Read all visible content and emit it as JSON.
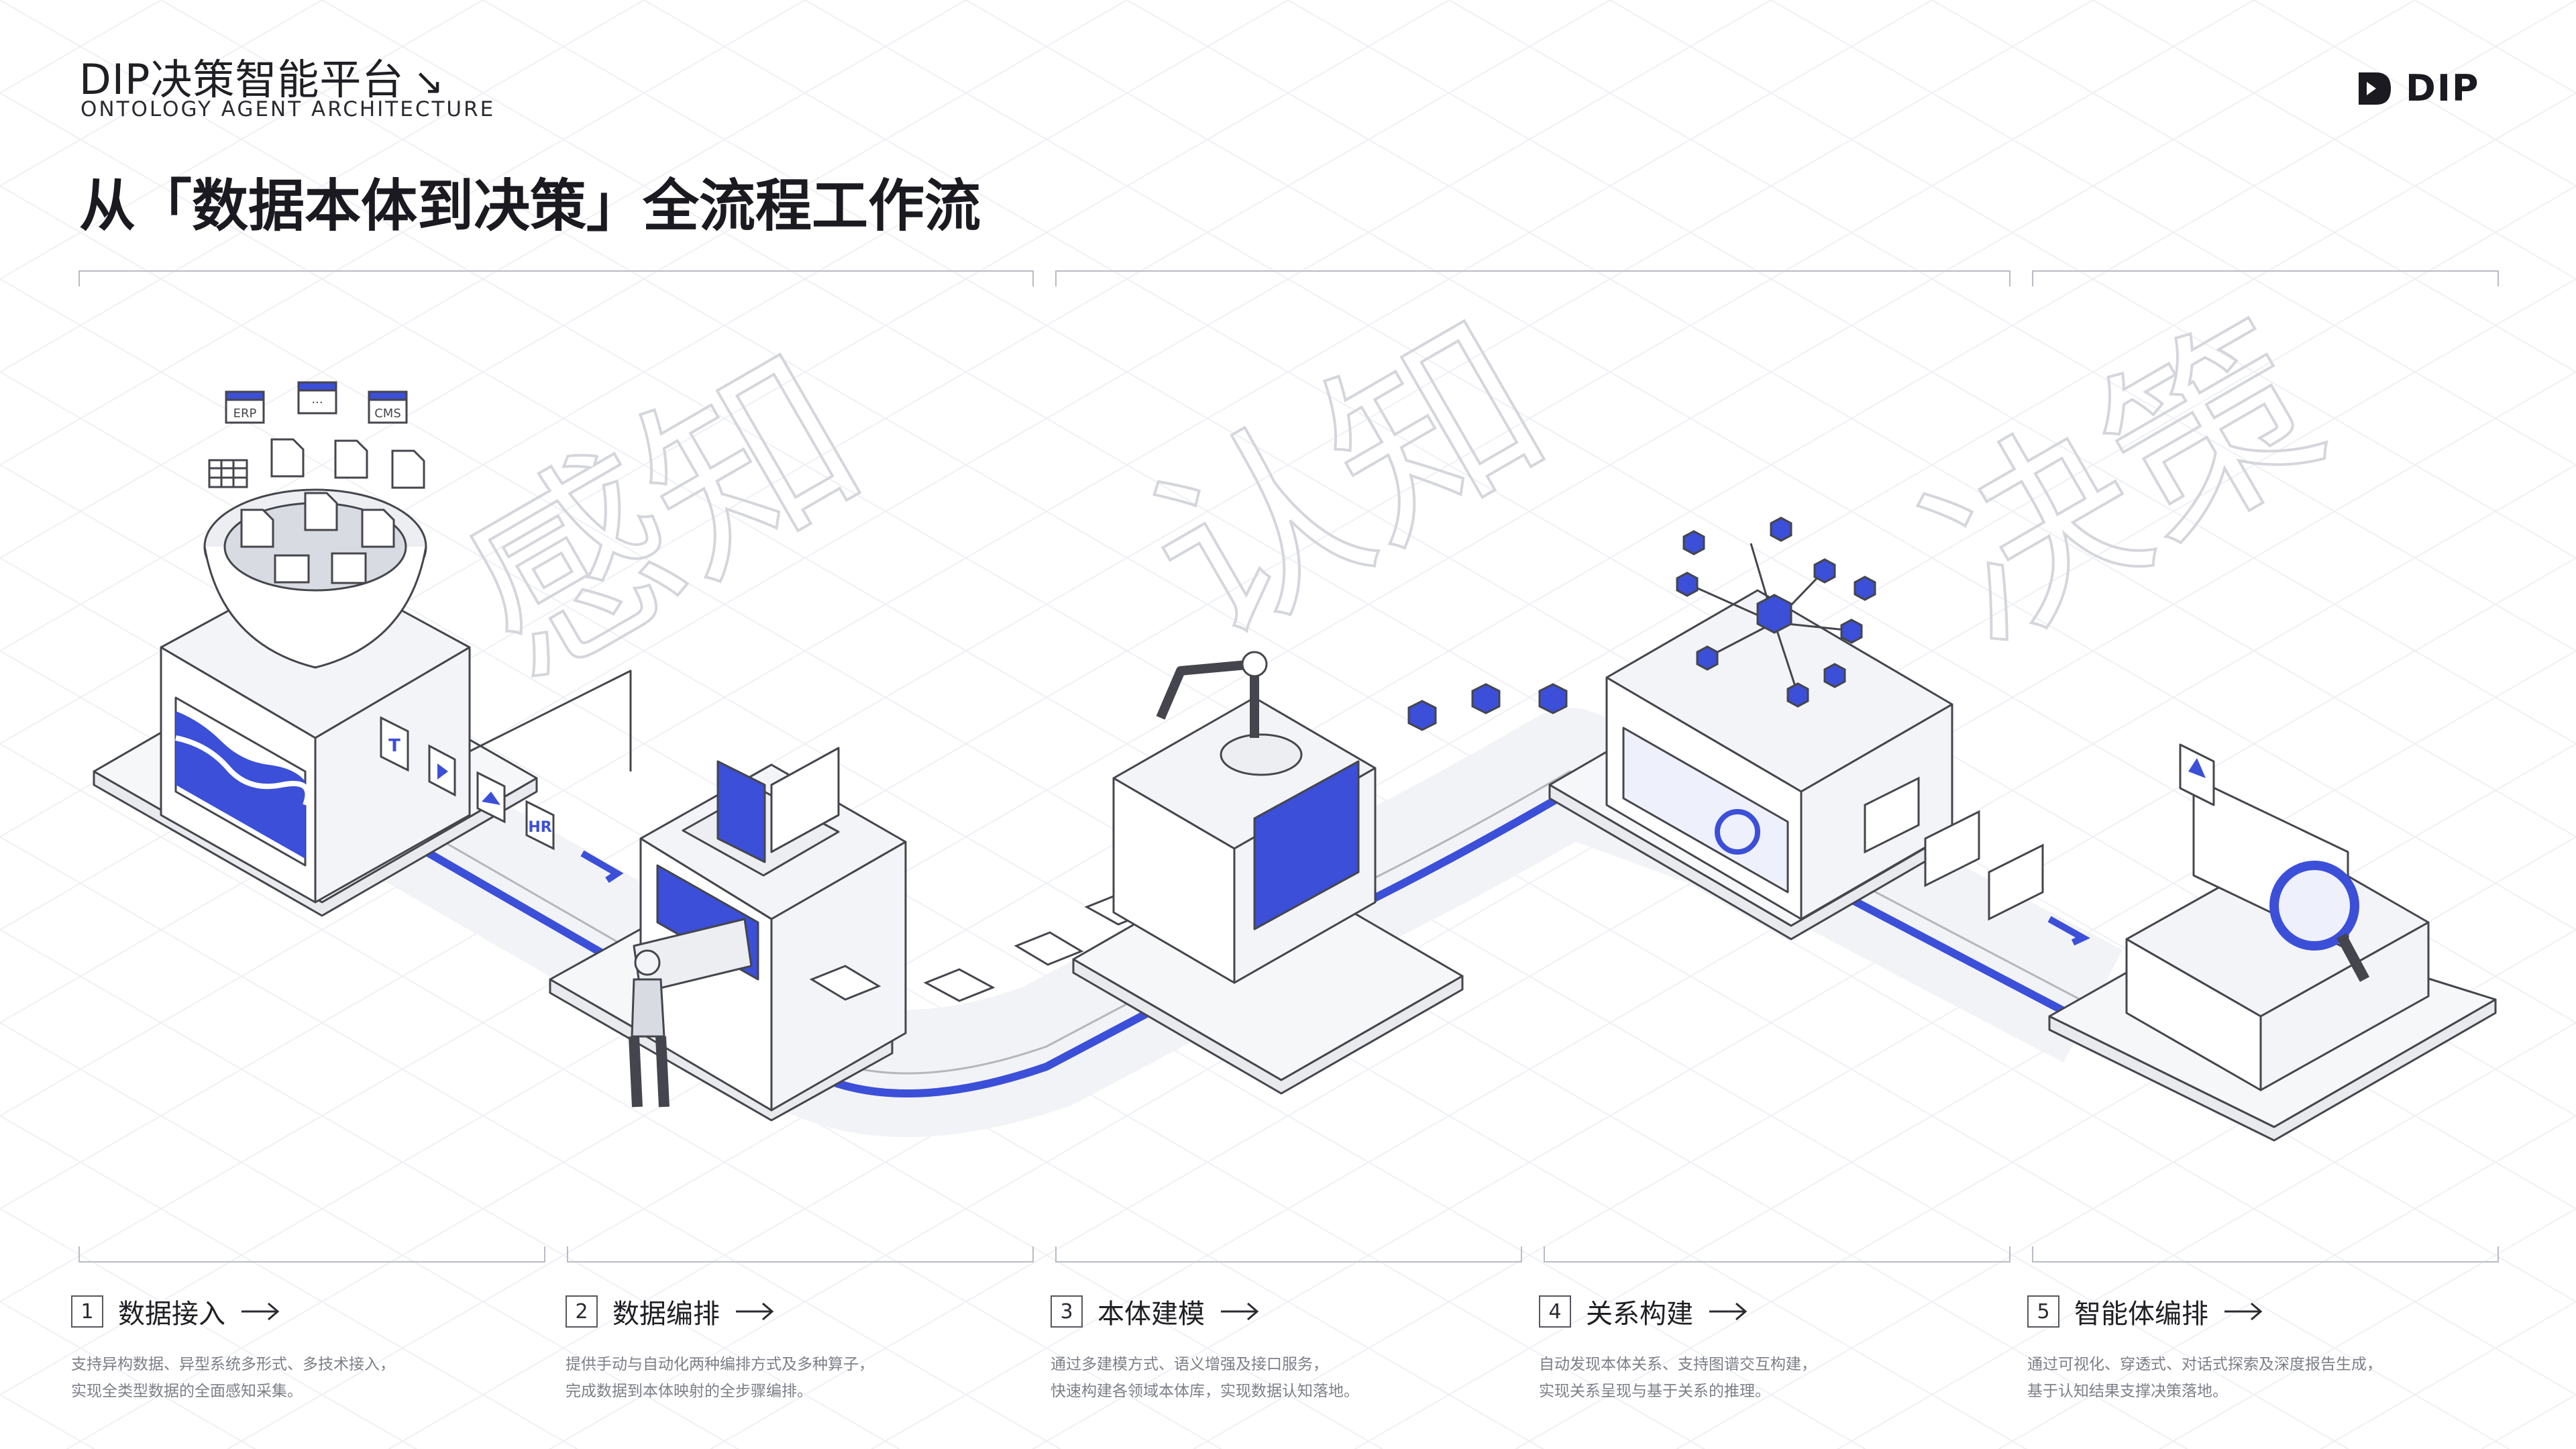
{
  "header": {
    "title": "DIP决策智能平台",
    "subtitle": "ONTOLOGY AGENT ARCHITECTURE",
    "logo_text": "DIP"
  },
  "main_title": "从「数据本体到决策」全流程工作流",
  "stage_words": [
    "感知",
    "认知",
    "决策"
  ],
  "source_labels": {
    "erp": "ERP",
    "cms": "CMS",
    "dots": "···",
    "hr": "HR",
    "text": "T"
  },
  "steps": [
    {
      "num": "1",
      "title": "数据接入",
      "desc1": "支持异构数据、异型系统多形式、多技术接入，",
      "desc2": "实现全类型数据的全面感知采集。"
    },
    {
      "num": "2",
      "title": "数据编排",
      "desc1": "提供手动与自动化两种编排方式及多种算子，",
      "desc2": "完成数据到本体映射的全步骤编排。"
    },
    {
      "num": "3",
      "title": "本体建模",
      "desc1": "通过多建模方式、语义增强及接口服务，",
      "desc2": "快速构建各领域本体库，实现数据认知落地。"
    },
    {
      "num": "4",
      "title": "关系构建",
      "desc1": "自动发现本体关系、支持图谱交互构建，",
      "desc2": "实现关系呈现与基于关系的推理。"
    },
    {
      "num": "5",
      "title": "智能体编排",
      "desc1": "通过可视化、穿透式、对话式探索及深度报告生成，",
      "desc2": "基于认知结果支撑决策落地。"
    }
  ],
  "colors": {
    "accent": "#3b4fd8",
    "accent_light": "#dfe4fb",
    "line": "#45464d",
    "grid": "#eceef2",
    "surface": "#f3f4f7"
  }
}
